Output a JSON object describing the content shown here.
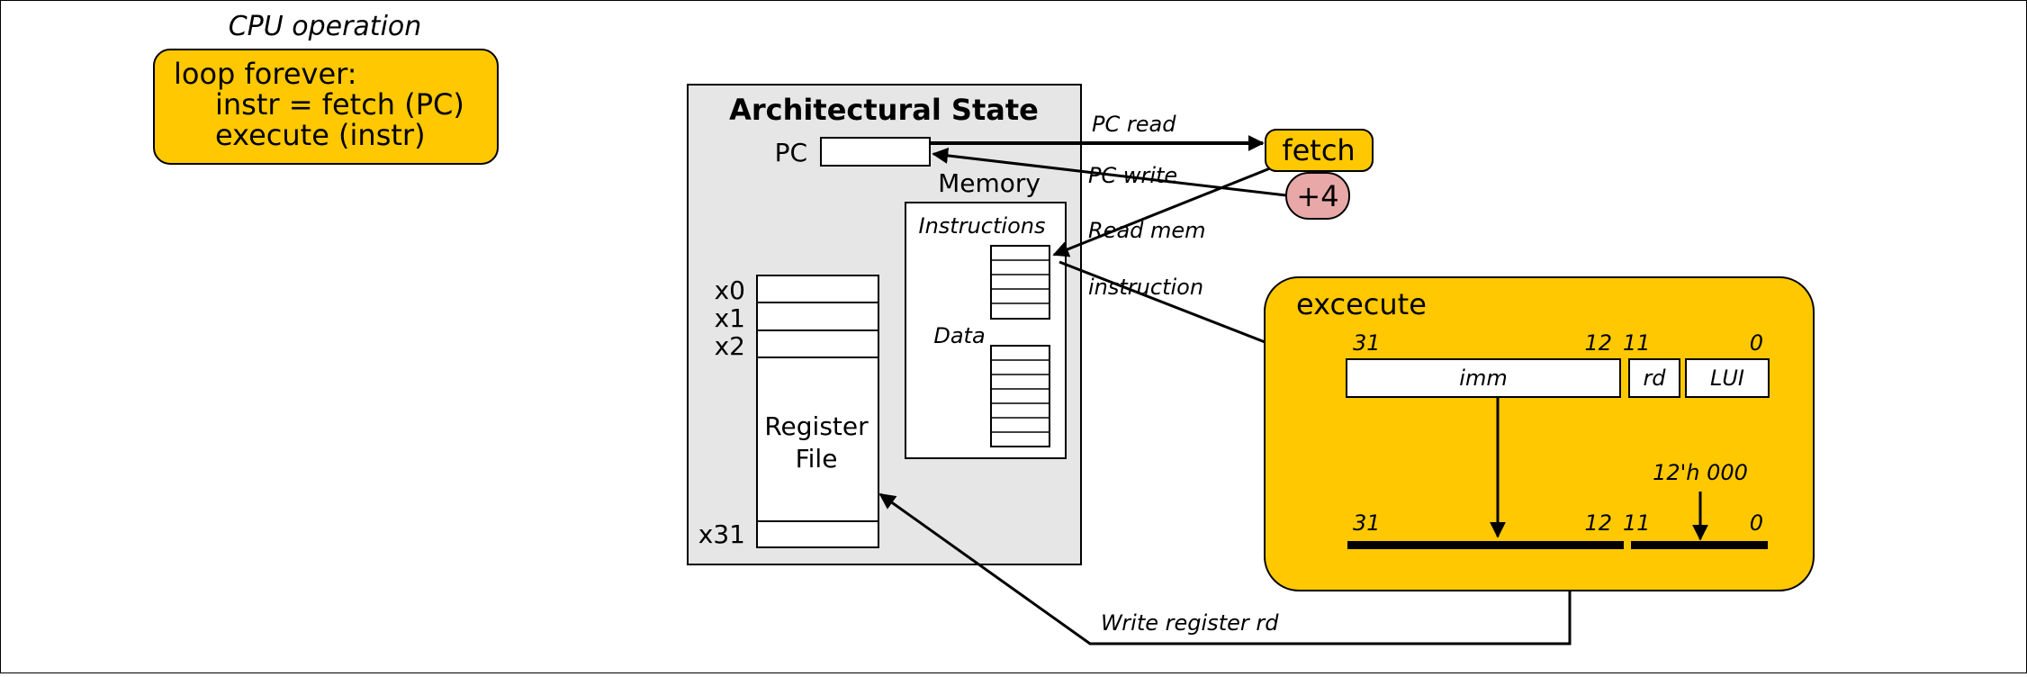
{
  "cpu_operation": {
    "title": "CPU operation",
    "lines": [
      "loop forever:",
      "instr = fetch (PC)",
      "execute (instr)"
    ]
  },
  "arch_state": {
    "title": "Architectural State",
    "pc_label": "PC",
    "memory_label": "Memory",
    "instructions_label": "Instructions",
    "data_label": "Data",
    "registers": [
      "x0",
      "x1",
      "x2",
      "x31"
    ],
    "register_file_line1": "Register",
    "register_file_line2": "File"
  },
  "fetch": {
    "label": "fetch",
    "plus4": "+4"
  },
  "signals": {
    "pc_read": "PC read",
    "pc_write": "PC write",
    "read_mem": "Read mem",
    "instruction": "instruction",
    "write_register": "Write register rd"
  },
  "execute": {
    "title": "excecute",
    "fields": [
      "imm",
      "rd",
      "LUI"
    ],
    "bits_top": [
      "31",
      "12",
      "11",
      "0"
    ],
    "bits_bottom": [
      "31",
      "12",
      "11",
      "0"
    ],
    "zero_fill": "12'h 000"
  },
  "colors": {
    "accent": "#FFC800",
    "plus4": "#E8A8A8",
    "state_bg": "#E6E6E6"
  }
}
